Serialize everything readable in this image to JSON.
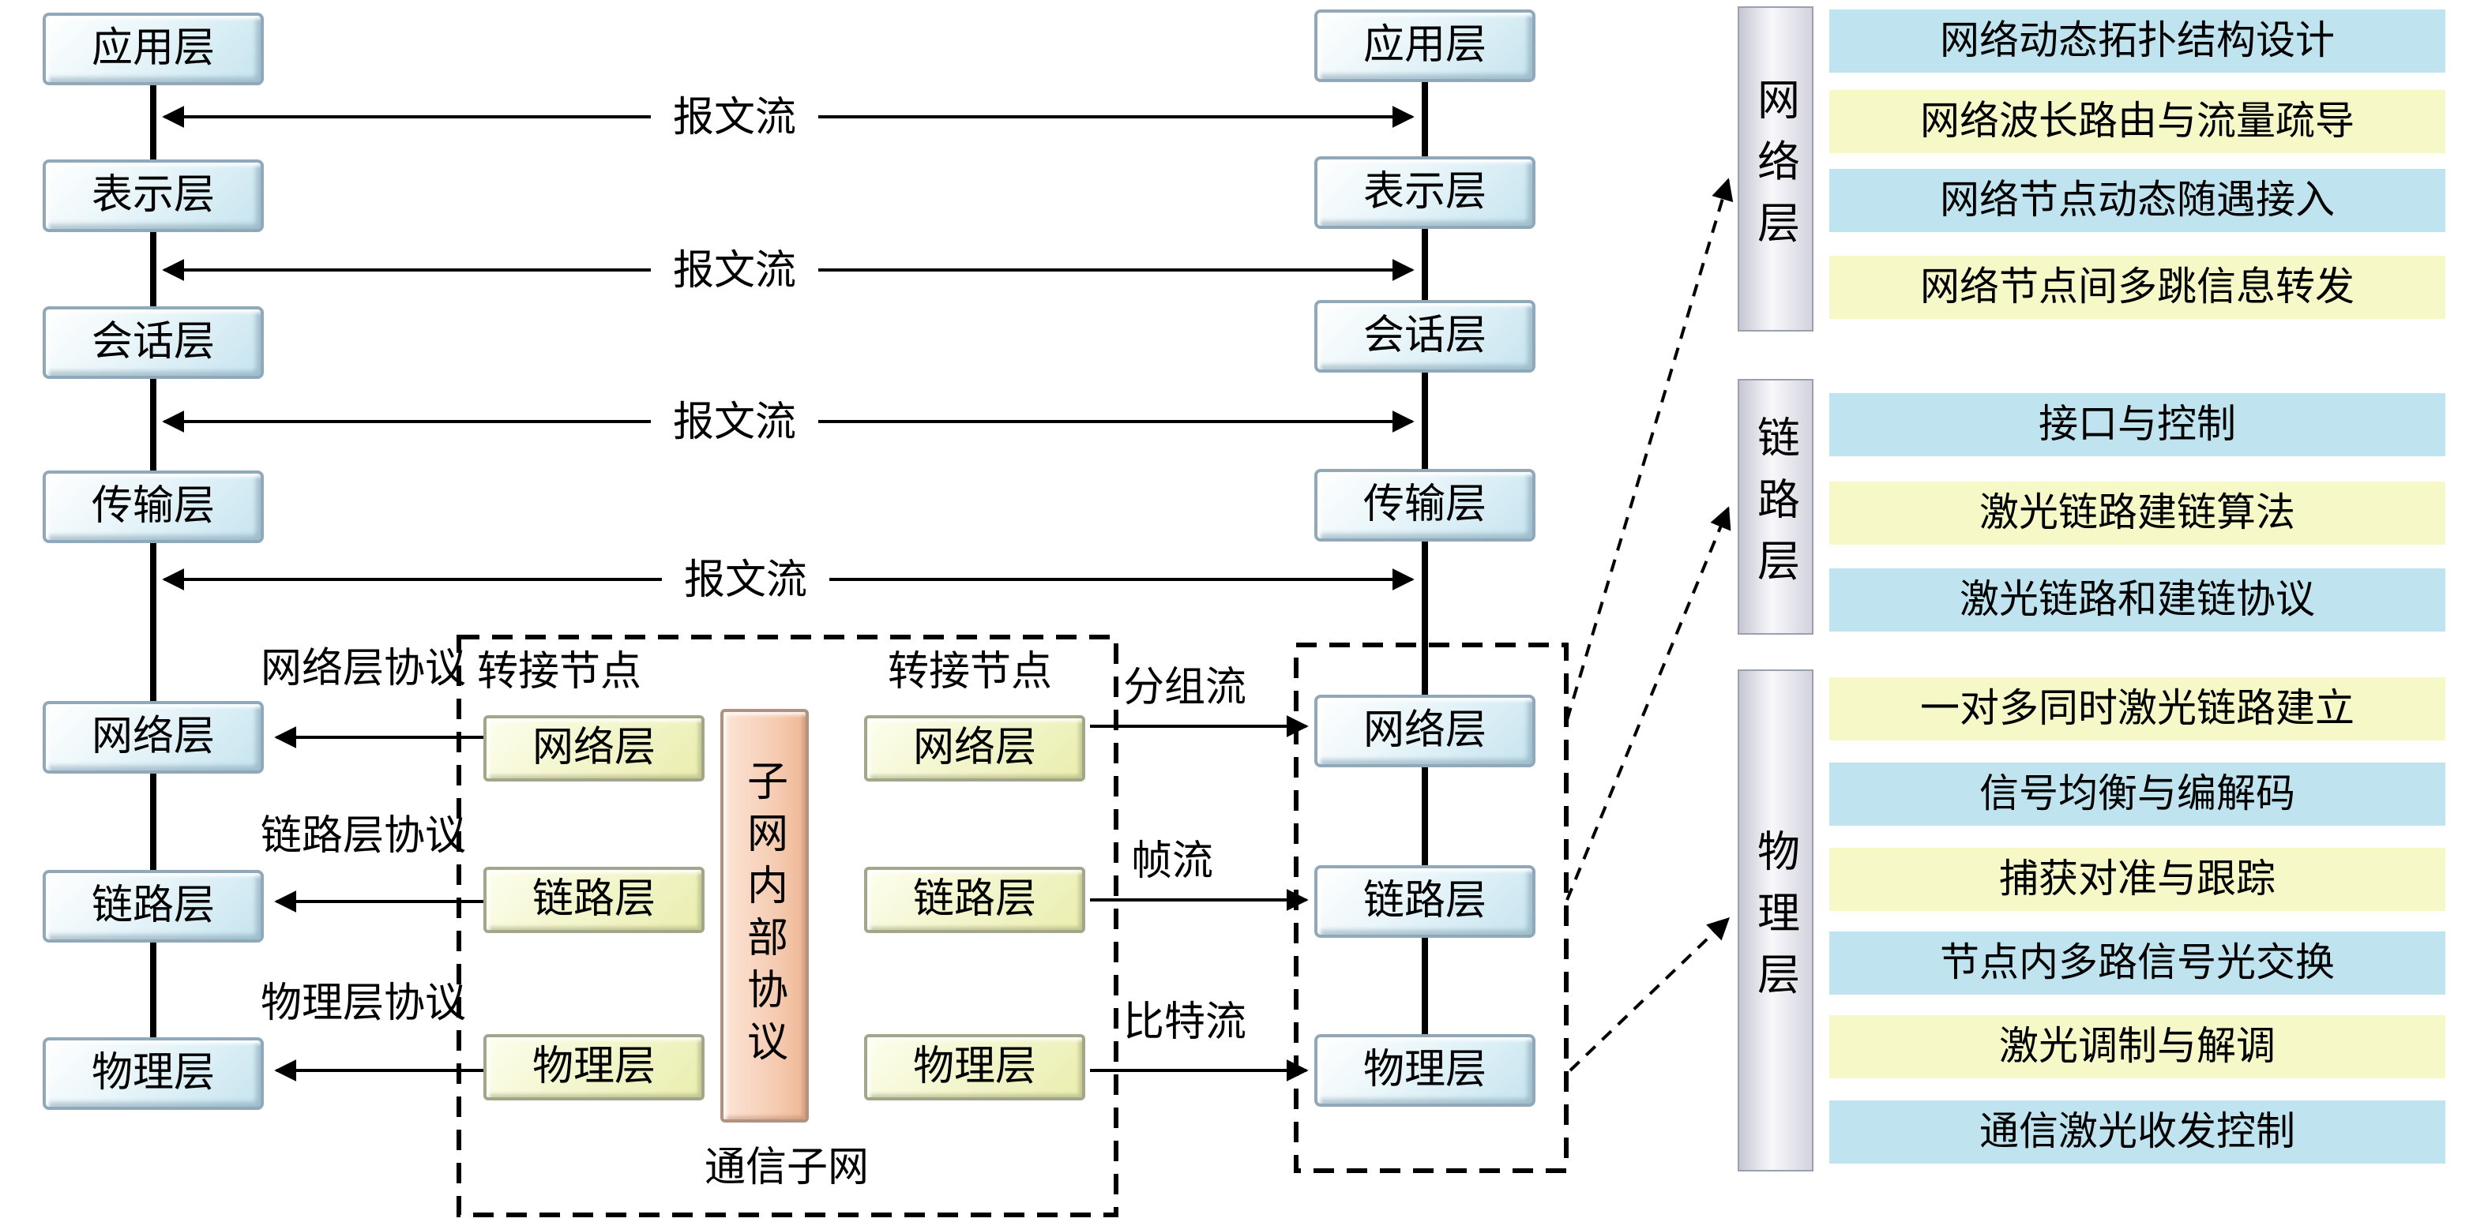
{
  "diagram": {
    "left_stack": {
      "layers": [
        "应用层",
        "表示层",
        "会话层",
        "传输层",
        "网络层",
        "链路层",
        "物理层"
      ]
    },
    "right_stack": {
      "layers": [
        "应用层",
        "表示层",
        "会话层",
        "传输层",
        "网络层",
        "链路层",
        "物理层"
      ]
    },
    "message_flow_label": "报文流",
    "protocol_labels": [
      "网络层协议",
      "链路层协议",
      "物理层协议"
    ],
    "flow_labels": [
      "分组流",
      "帧流",
      "比特流"
    ],
    "subnet": {
      "transit_node_label": "转接节点",
      "left_node_layers": [
        "网络层",
        "链路层",
        "物理层"
      ],
      "right_node_layers": [
        "网络层",
        "链路层",
        "物理层"
      ],
      "center_label": "子网内部协议",
      "caption": "通信子网"
    },
    "right_panel": {
      "groups": [
        {
          "label": "网络层",
          "items": [
            {
              "text": "网络动态拓扑结构设计",
              "color": "blue"
            },
            {
              "text": "网络波长路由与流量疏导",
              "color": "yellow"
            },
            {
              "text": "网络节点动态随遇接入",
              "color": "blue"
            },
            {
              "text": "网络节点间多跳信息转发",
              "color": "yellow"
            }
          ]
        },
        {
          "label": "链路层",
          "items": [
            {
              "text": "接口与控制",
              "color": "blue"
            },
            {
              "text": "激光链路建链算法",
              "color": "yellow"
            },
            {
              "text": "激光链路和建链协议",
              "color": "blue"
            }
          ]
        },
        {
          "label": "物理层",
          "items": [
            {
              "text": "一对多同时激光链路建立",
              "color": "yellow"
            },
            {
              "text": "信号均衡与编解码",
              "color": "blue"
            },
            {
              "text": "捕获对准与跟踪",
              "color": "yellow"
            },
            {
              "text": "节点内多路信号光交换",
              "color": "blue"
            },
            {
              "text": "激光调制与解调",
              "color": "yellow"
            },
            {
              "text": "通信激光收发控制",
              "color": "blue"
            }
          ]
        }
      ]
    },
    "colors": {
      "layer_box_blue": "#cfe9f2",
      "subnet_box_yellow": "#eff3bd",
      "subnet_center_pink": "#f6cdb4",
      "panel_bar_blue": "#bfe3ef",
      "panel_bar_yellow": "#f6f8c8",
      "side_label_gray": "#d8d8e2"
    }
  }
}
